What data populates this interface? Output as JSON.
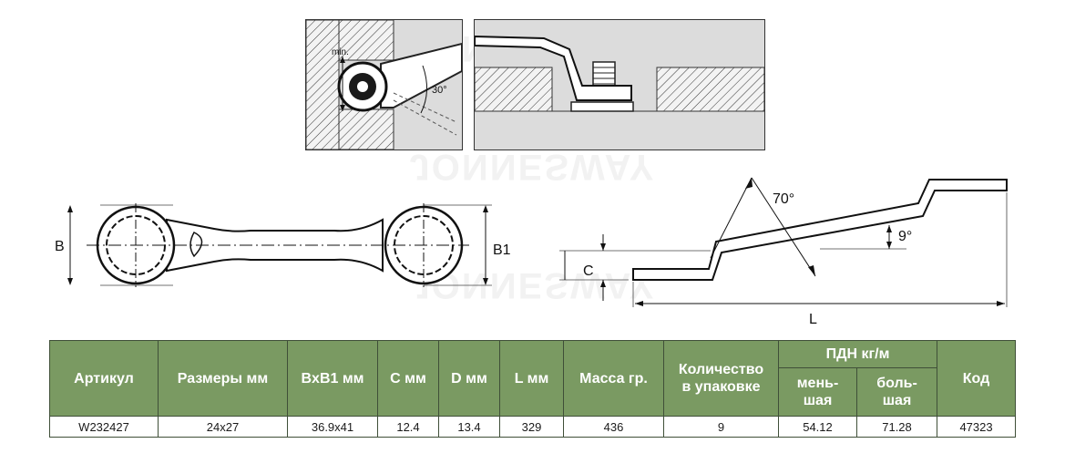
{
  "watermark": "JONNESWAY",
  "figure_top_left": {
    "min_label": "min.",
    "angle_label": "30°"
  },
  "figure_front": {
    "left_label": "B",
    "right_label": "B1"
  },
  "figure_side": {
    "angle_top": "70°",
    "angle_offset": "9°",
    "offset_label": "C",
    "length_label": "L"
  },
  "table": {
    "headers": {
      "article": "Артикул",
      "sizes": "Размеры мм",
      "bxb1": "BxB1 мм",
      "c": "C мм",
      "d": "D мм",
      "l": "L мм",
      "mass": "Масса гр.",
      "qty_line1": "Количество",
      "qty_line2": "в упаковке",
      "pdn": "ПДН кг/м",
      "pdn_small_1": "мень-",
      "pdn_small_2": "шая",
      "pdn_large_1": "боль-",
      "pdn_large_2": "шая",
      "code": "Код"
    },
    "row": {
      "article": "W232427",
      "sizes": "24x27",
      "bxb1": "36.9x41",
      "c": "12.4",
      "d": "13.4",
      "l": "329",
      "mass": "436",
      "qty": "9",
      "pdn_small": "54.12",
      "pdn_large": "71.28",
      "code": "47323"
    }
  },
  "colors": {
    "header_bg": "#7a9a62",
    "panel_bg": "#dcdcdc",
    "line": "#1a1a1a"
  }
}
